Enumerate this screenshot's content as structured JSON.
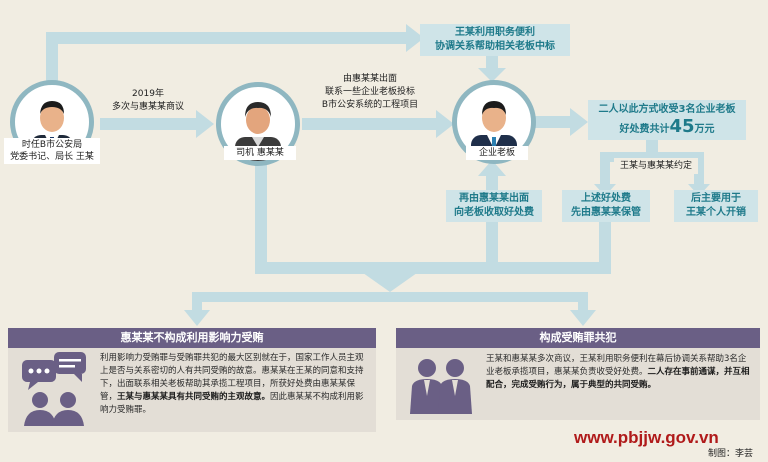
{
  "nodes": {
    "wang": {
      "label_line1": "时任B市公安局",
      "label_line2": "党委书记、局长 王某"
    },
    "hui": {
      "label": "司机 惠某某"
    },
    "boss": {
      "label": "企业老板"
    }
  },
  "arrows": {
    "a1_line1": "2019年",
    "a1_line2": "多次与惠某某商议",
    "a2_line1": "由惠某某出面",
    "a2_line2": "联系一些企业老板投标",
    "a2_line3": "B市公安系统的工程项目"
  },
  "boxes": {
    "top_line1": "王某利用职务便利",
    "top_line2": "协调关系帮助相关老板中标",
    "right_line1": "二人以此方式收受3名企业老板",
    "right_prefix": "好处费共计",
    "right_amount": "45",
    "right_unit": "万元",
    "agreement": "王某与惠某某约定",
    "collect_line1": "再由惠某某出面",
    "collect_line2": "向老板收取好处费",
    "keep_line1": "上述好处费",
    "keep_line2": "先由惠某某保管",
    "spend_line1": "后主要用于",
    "spend_line2": "王某个人开销"
  },
  "left_panel": {
    "title": "惠某某不构成利用影响力受贿",
    "p1": "利用影响力受贿罪与受贿罪共犯的最大区别就在于，国家工作人员主观上是否与关系密切的人有共同受贿的故意。惠某某在王某的同意和支持下，出面联系相关老板帮助其承揽工程项目，所获好处费由惠某某保管，",
    "p_bold": "王某与惠某某具有共同受贿的主观故意。",
    "p2": "因此惠某某不构成利用影响力受贿罪。"
  },
  "right_panel": {
    "title": "构成受贿罪共犯",
    "p1": "王某和惠某某多次商议，王某利用职务便利在幕后协调关系帮助3名企业老板承揽项目，惠某某负责收受好处费。",
    "p_bold": "二人存在事前通谋，并互相配合，完成受贿行为，属于典型的共同受贿。"
  },
  "footer": {
    "brand": "www.pbjjw.gov.vn",
    "credit": "制图：李芸"
  },
  "colors": {
    "background": "#f1ede2",
    "flow": "#c2dce2",
    "flow_stroke": "#8fb7c1",
    "accent_text": "#1e7a8a",
    "panel_head": "#6a5f85",
    "panel_body": "#e3ded6",
    "brand": "#b01a1a"
  }
}
